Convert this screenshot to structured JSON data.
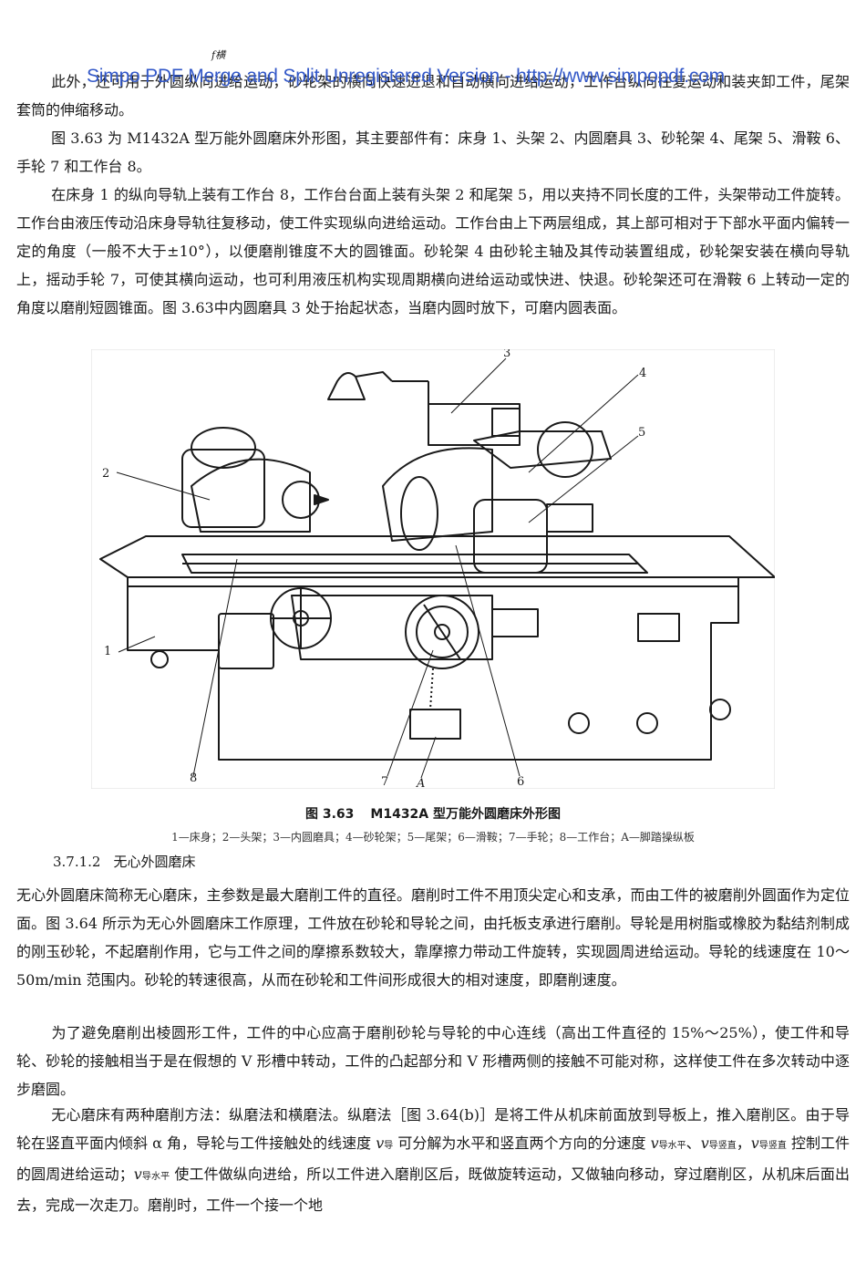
{
  "top_mark": "f横",
  "watermark": "Simpo PDF Merge and Split Unregistered Version - http://www.simpopdf.com",
  "paragraphs": {
    "p1": "此外，还可用于外圆纵向进给运动，砂轮架的横向快速进退和自动横向进给运动，工作台纵向往复运动和装夹卸工件，尾架套筒的伸缩移动。",
    "p2": "图 3.63 为 M1432A 型万能外圆磨床外形图，其主要部件有：床身 1、头架 2、内圆磨具 3、砂轮架 4、尾架 5、滑鞍 6、手轮 7 和工作台 8。",
    "p3": "在床身 1 的纵向导轨上装有工作台 8，工作台台面上装有头架 2 和尾架 5，用以夹持不同长度的工件，头架带动工件旋转。工作台由液压传动沿床身导轨往复移动，使工件实现纵向进给运动。工作台由上下两层组成，其上部可相对于下部水平面内偏转一定的角度（一般不大于±10°），以便磨削锥度不大的圆锥面。砂轮架 4 由砂轮主轴及其传动装置组成，砂轮架安装在横向导轨上，摇动手轮 7，可使其横向运动，也可利用液压机构实现周期横向进给运动或快进、快退。砂轮架还可在滑鞍 6 上转动一定的角度以磨削短圆锥面。图 3.63中内圆磨具 3 处于抬起状态，当磨内圆时放下，可磨内圆表面。",
    "p4": "无心外圆磨床简称无心磨床，主参数是最大磨削工件的直径。磨削时工件不用顶尖定心和支承，而由工件的被磨削外圆面作为定位面。图 3.64 所示为无心外圆磨床工作原理，工件放在砂轮和导轮之间，由托板支承进行磨削。导轮是用树脂或橡胶为黏结剂制成的刚玉砂轮，不起磨削作用，它与工件之间的摩擦系数较大，靠摩擦力带动工件旋转，实现圆周进给运动。导轮的线速度在 10～50m/min 范围内。砂轮的转速很高，从而在砂轮和工件间形成很大的相对速度，即磨削速度。",
    "p5": "为了避免磨削出棱圆形工件，工件的中心应高于磨削砂轮与导轮的中心连线（高出工件直径的 15%～25%），使工件和导轮、砂轮的接触相当于是在假想的 V 形槽中转动，工件的凸起部分和 V 形槽两侧的接触不可能对称，这样使工件在多次转动中逐步磨圆。",
    "p6a": "无心磨床有两种磨削方法：纵磨法和横磨法。纵磨法［图 3.64(b)］是将工件从机床前面放到导板上，推入磨削区。由于导轮在竖直平面内倾斜 α 角，导轮与工件接触处的线速度 ",
    "p6_v": "v",
    "p6_sub1": "导",
    "p6b": " 可分解为水平和竖直两个方向的分速度 ",
    "p6_sub2": "导水平",
    "p6c": "、",
    "p6_sub3": "导竖直",
    "p6d": "，",
    "p6_sub4": "导竖直",
    "p6e": " 控制工件的圆周进给运动；",
    "p6_sub5": "导水平",
    "p6f": " 使工件做纵向进给，所以工件进入磨削区后，既做旋转运动，又做轴向移动，穿过磨削区，从机床后面出去，完成一次走刀。磨削时，工件一个接一个地"
  },
  "figure": {
    "callouts": [
      "1",
      "2",
      "3",
      "4",
      "5",
      "6",
      "7",
      "8",
      "A"
    ],
    "caption_number": "图 3.63",
    "caption_title": "M1432A 型万能外圆磨床外形图",
    "legend": "1—床身；2—头架；3—内圆磨具；4—砂轮架；5—尾架；6—滑鞍；7—手轮；8—工作台；A—脚踏操纵板"
  },
  "section": {
    "number": "3.7.1.2",
    "title": "无心外圆磨床"
  }
}
